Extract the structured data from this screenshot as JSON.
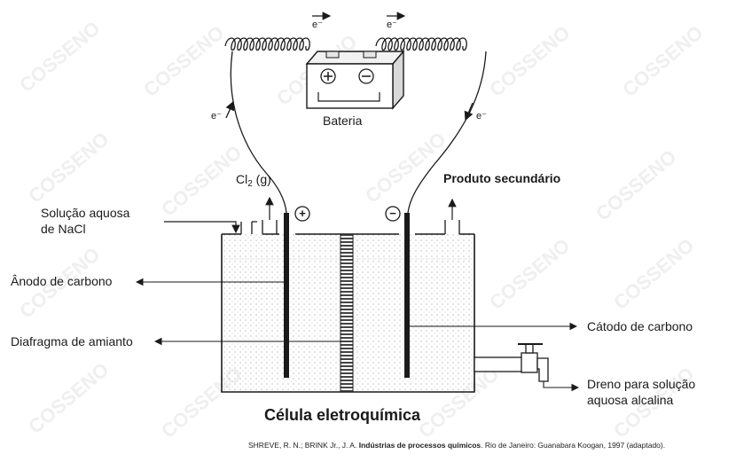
{
  "diagram": {
    "battery_label": "Bateria",
    "electron_symbol": "e⁻",
    "cl2": {
      "prefix": "Cl",
      "subscript": "2",
      "suffix": " (g)"
    },
    "secondary_product": "Produto secundário",
    "anode_sign": "+",
    "cathode_sign": "−",
    "labels": {
      "solution_line1": "Solução aquosa",
      "solution_line2": "de NaCl",
      "anode": "Ânodo de carbono",
      "diaphragm": "Diafragma de amianto",
      "cathode": "Cátodo de carbono",
      "drain_line1": "Dreno para solução",
      "drain_line2": "aquosa alcalina"
    },
    "title": "Célula eletroquímica",
    "citation": {
      "authors": "SHREVE, R. N.; BRINK Jr., J. A. ",
      "book": "Indústrias de processos químicos",
      "rest": ". Rio de Janeiro: Guanabara Koogan, 1997 (adaptado)."
    },
    "watermark": "COSSENO"
  }
}
